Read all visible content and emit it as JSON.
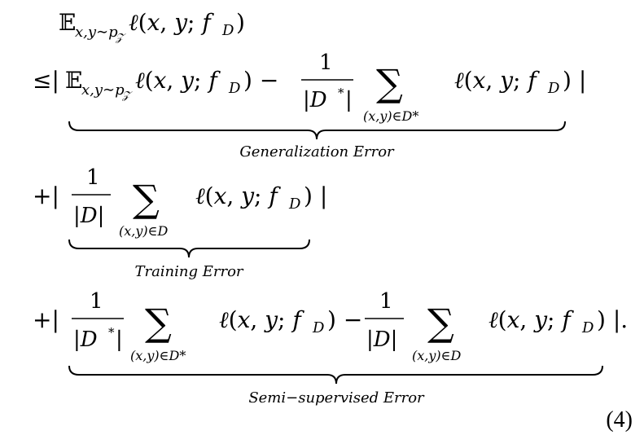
{
  "equation": {
    "brace_labels": {
      "generalization": "Generalization Error",
      "training": "Training Error",
      "semi_supervised": "Semi−supervised Error"
    },
    "number": "(4)"
  }
}
